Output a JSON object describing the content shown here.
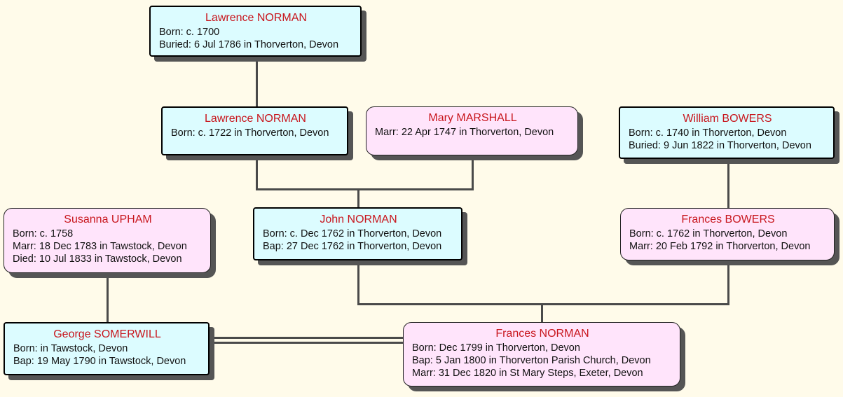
{
  "people": [
    {
      "name": "Lawrence NORMAN",
      "details": [
        "Born: c. 1700",
        "Buried: 6 Jul 1786 in Thorverton, Devon"
      ]
    },
    {
      "name": "Lawrence NORMAN",
      "details": [
        "Born: c. 1722 in Thorverton, Devon"
      ]
    },
    {
      "name": "Mary MARSHALL",
      "details": [
        "Marr: 22 Apr 1747 in Thorverton, Devon"
      ]
    },
    {
      "name": "William BOWERS",
      "details": [
        "Born: c. 1740 in Thorverton, Devon",
        "Buried: 9 Jun 1822 in Thorverton, Devon"
      ]
    },
    {
      "name": "Susanna UPHAM",
      "details": [
        "Born: c. 1758",
        "Marr: 18 Dec 1783 in Tawstock, Devon",
        "Died: 10 Jul 1833 in Tawstock, Devon"
      ]
    },
    {
      "name": "John NORMAN",
      "details": [
        "Born: c. Dec 1762 in Thorverton, Devon",
        "Bap: 27 Dec 1762 in Thorverton, Devon"
      ]
    },
    {
      "name": "Frances BOWERS",
      "details": [
        "Born: c. 1762 in Thorverton, Devon",
        "Marr: 20 Feb 1792 in Thorverton, Devon"
      ]
    },
    {
      "name": "George SOMERWILL",
      "details": [
        "Born:  in Tawstock, Devon",
        "Bap: 19 May 1790 in Tawstock, Devon"
      ]
    },
    {
      "name": "Frances NORMAN",
      "details": [
        "Born: Dec 1799 in Thorverton, Devon",
        "Bap: 5 Jan 1800 in Thorverton Parish Church, Devon",
        "Marr: 31 Dec 1820 in St Mary Steps, Exeter, Devon"
      ]
    }
  ],
  "colors": {
    "male": "#dcfcff",
    "female": "#ffe4fb",
    "name": "#c8161d",
    "background": "#fffbea"
  }
}
